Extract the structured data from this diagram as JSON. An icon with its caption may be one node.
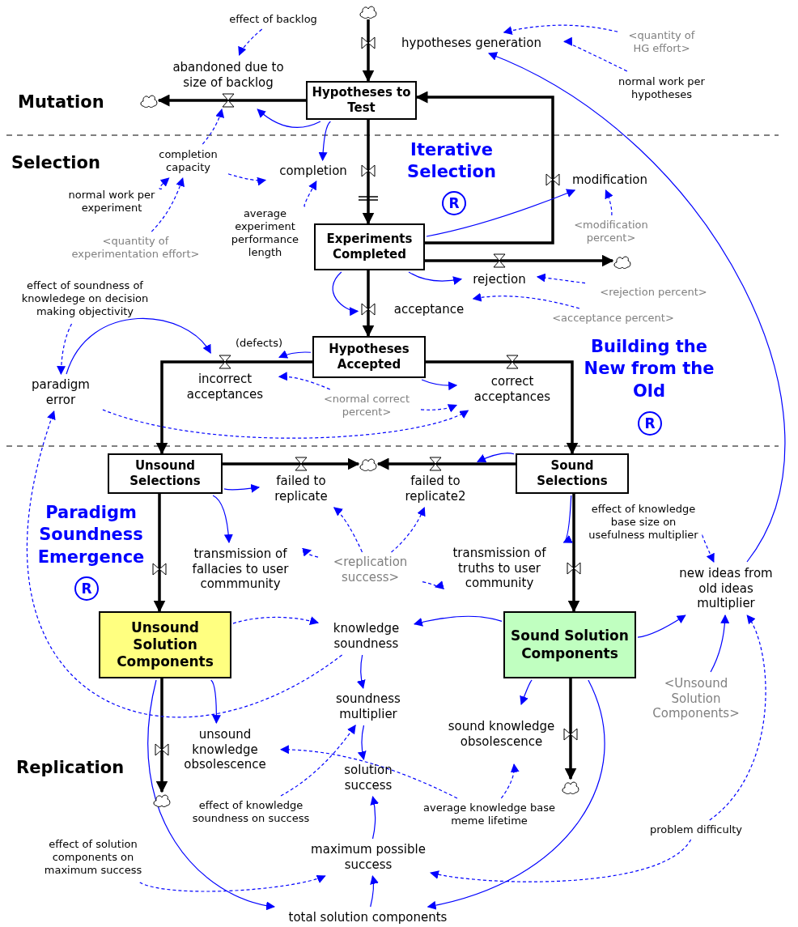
{
  "diagram": {
    "nodes": [
      {
        "text": [],
        "shape": "cloud"
      },
      {
        "text": [
          "effect of backlog"
        ]
      },
      {
        "text": [
          "hypotheses generation"
        ]
      },
      {
        "text": [
          "<quantity of HG effort>"
        ]
      },
      {
        "text": [
          "abandoned due to size of backlog"
        ]
      },
      {
        "text": [],
        "shape": "cloud"
      },
      {
        "text": [
          "Hypotheses to Test"
        ]
      },
      {
        "text": [
          "normal work per hypotheses"
        ]
      },
      {
        "text": [
          "completion capacity"
        ]
      },
      {
        "text": [
          "completion"
        ]
      },
      {
        "text": [
          "modification"
        ]
      },
      {
        "text": [
          "normal work per experiment"
        ]
      },
      {
        "text": [
          "average experiment performance length"
        ]
      },
      {
        "text": [
          "<modification percent>"
        ]
      },
      {
        "text": [
          "<quantity of experimentation effort>"
        ]
      },
      {
        "text": [
          "Experiments Completed"
        ]
      },
      {
        "text": [],
        "shape": "cloud"
      },
      {
        "text": [
          "rejection"
        ]
      },
      {
        "text": [
          "effect of soundness of knowledege on decision making objectivity"
        ]
      },
      {
        "text": [
          "<rejection percent>"
        ]
      },
      {
        "text": [
          "acceptance"
        ]
      },
      {
        "text": [
          "<acceptance percent>"
        ]
      },
      {
        "text": [
          "Hypotheses Accepted"
        ]
      },
      {
        "text": [
          "incorrect acceptances"
        ],
        "beside": [
          "(defects)"
        ]
      },
      {
        "text": [
          "correct acceptances"
        ]
      },
      {
        "text": [
          "paradigm error"
        ]
      },
      {
        "text": [
          "<normal correct percent>"
        ]
      },
      {
        "text": [
          "Unsound Selections"
        ]
      },
      {
        "text": [
          "failed to replicate"
        ]
      },
      {
        "text": [],
        "shape": "cloud"
      },
      {
        "text": [
          "failed to replicate2"
        ]
      },
      {
        "text": [
          "Sound Selections"
        ]
      },
      {
        "text": [
          "effect of knowledge base size on usefulness multiplier"
        ]
      },
      {
        "text": [
          "transmission of fallacies to user commmunity"
        ]
      },
      {
        "text": [
          "<replication success>"
        ]
      },
      {
        "text": [
          "transmission of truths to user community"
        ]
      },
      {
        "text": [
          "new ideas from old ideas multiplier"
        ]
      },
      {
        "text": [
          "Unsound Solution Components"
        ]
      },
      {
        "text": [
          "knowledge soundness"
        ]
      },
      {
        "text": [
          "Sound Solution Components"
        ]
      },
      {
        "text": [
          "soundness multiplier"
        ]
      },
      {
        "text": [
          "<Unsound Solution Components>"
        ]
      },
      {
        "text": [
          "unsound knowledge obsolescence"
        ]
      },
      {
        "text": [
          "sound knowledge obsolescence"
        ]
      },
      {
        "text": [],
        "shape": "cloud"
      },
      {
        "text": [],
        "shape": "cloud"
      },
      {
        "text": [
          "solution success"
        ]
      },
      {
        "text": [
          "effect of knowledge soundness on success"
        ]
      },
      {
        "text": [
          "average knowledge base meme lifetime"
        ]
      },
      {
        "text": [
          "effect of solution components on maximum success"
        ]
      },
      {
        "text": [
          "problem difficulty"
        ]
      },
      {
        "text": [
          "maximum possible success"
        ]
      },
      {
        "text": [
          "total solution components"
        ]
      }
    ],
    "edges": [
      {
        "from": 0,
        "to": 2,
        "arrow": "none",
        "style": "thick",
        "color": "#000000"
      },
      {
        "from": 2,
        "to": 6,
        "arrow": "to",
        "style": "thick",
        "color": "#000000"
      },
      {
        "from": 6,
        "to": 4,
        "arrow": "none",
        "style": "thick",
        "color": "#000000"
      },
      {
        "from": 4,
        "to": 5,
        "arrow": "to",
        "style": "thick",
        "color": "#000000"
      },
      {
        "from": 6,
        "to": 9,
        "arrow": "none",
        "style": "thick",
        "color": "#000000"
      },
      {
        "from": 9,
        "to": 15,
        "arrow": "to",
        "style": "thick",
        "color": "#000000"
      },
      {
        "from": 15,
        "to": 10,
        "arrow": "none",
        "style": "thick",
        "color": "#000000"
      },
      {
        "from": 10,
        "to": 6,
        "arrow": "to",
        "style": "thick",
        "color": "#000000"
      },
      {
        "from": 15,
        "to": 17,
        "arrow": "none",
        "style": "thick",
        "color": "#000000"
      },
      {
        "from": 17,
        "to": 16,
        "arrow": "to",
        "style": "thick",
        "color": "#000000"
      },
      {
        "from": 15,
        "to": 20,
        "arrow": "none",
        "style": "thick",
        "color": "#000000"
      },
      {
        "from": 20,
        "to": 22,
        "arrow": "to",
        "style": "thick",
        "color": "#000000"
      },
      {
        "from": 22,
        "to": 23,
        "arrow": "none",
        "style": "thick",
        "color": "#000000"
      },
      {
        "from": 23,
        "to": 27,
        "arrow": "to",
        "style": "thick",
        "color": "#000000"
      },
      {
        "from": 22,
        "to": 24,
        "arrow": "none",
        "style": "thick",
        "color": "#000000"
      },
      {
        "from": 24,
        "to": 31,
        "arrow": "to",
        "style": "thick",
        "color": "#000000"
      },
      {
        "from": 27,
        "to": 28,
        "arrow": "none",
        "style": "thick",
        "color": "#000000"
      },
      {
        "from": 28,
        "to": 29,
        "arrow": "to",
        "style": "thick",
        "color": "#000000"
      },
      {
        "from": 31,
        "to": 30,
        "arrow": "none",
        "style": "thick",
        "color": "#000000"
      },
      {
        "from": 30,
        "to": 29,
        "arrow": "to",
        "style": "thick",
        "color": "#000000"
      },
      {
        "from": 27,
        "to": 33,
        "arrow": "none",
        "style": "thick",
        "color": "#000000"
      },
      {
        "from": 33,
        "to": 37,
        "arrow": "to",
        "style": "thick",
        "color": "#000000"
      },
      {
        "from": 31,
        "to": 35,
        "arrow": "none",
        "style": "thick",
        "color": "#000000"
      },
      {
        "from": 35,
        "to": 39,
        "arrow": "to",
        "style": "thick",
        "color": "#000000"
      },
      {
        "from": 37,
        "to": 42,
        "arrow": "none",
        "style": "thick",
        "color": "#000000"
      },
      {
        "from": 42,
        "to": 44,
        "arrow": "to",
        "style": "thick",
        "color": "#000000"
      },
      {
        "from": 39,
        "to": 43,
        "arrow": "none",
        "style": "thick",
        "color": "#000000"
      },
      {
        "from": 43,
        "to": 45,
        "arrow": "to",
        "style": "thick",
        "color": "#000000"
      },
      {
        "from": 1,
        "to": 4,
        "arrow": "to",
        "style": "dashed"
      },
      {
        "from": 3,
        "to": 2,
        "arrow": "to",
        "style": "dashed"
      },
      {
        "from": 7,
        "to": 2,
        "arrow": "to",
        "style": "dashed"
      },
      {
        "from": 36,
        "to": 2,
        "arrow": "to"
      },
      {
        "from": 6,
        "to": 4,
        "arrow": "to"
      },
      {
        "from": 6,
        "to": 9,
        "arrow": "to"
      },
      {
        "from": 8,
        "to": 4,
        "arrow": "to",
        "style": "dashed"
      },
      {
        "from": 8,
        "to": 9,
        "arrow": "to",
        "style": "dashed"
      },
      {
        "from": 11,
        "to": 8,
        "arrow": "to",
        "style": "dashed"
      },
      {
        "from": 14,
        "to": 8,
        "arrow": "to",
        "style": "dashed"
      },
      {
        "from": 12,
        "to": 9,
        "arrow": "to",
        "style": "dashed"
      },
      {
        "from": 15,
        "to": 10,
        "arrow": "to"
      },
      {
        "from": 13,
        "to": 10,
        "arrow": "to",
        "style": "dashed"
      },
      {
        "from": 15,
        "to": 17,
        "arrow": "to"
      },
      {
        "from": 19,
        "to": 17,
        "arrow": "to",
        "style": "dashed"
      },
      {
        "from": 15,
        "to": 20,
        "arrow": "to"
      },
      {
        "from": 21,
        "to": 20,
        "arrow": "to",
        "style": "dashed"
      },
      {
        "from": 18,
        "to": 25,
        "arrow": "to",
        "style": "dashed"
      },
      {
        "from": 25,
        "to": 23,
        "arrow": "to"
      },
      {
        "from": 22,
        "to": 23,
        "arrow": "to"
      },
      {
        "from": 22,
        "to": 24,
        "arrow": "to"
      },
      {
        "from": 26,
        "to": 23,
        "arrow": "to",
        "style": "dashed"
      },
      {
        "from": 26,
        "to": 24,
        "arrow": "to",
        "style": "dashed"
      },
      {
        "from": 25,
        "to": 24,
        "arrow": "to",
        "style": "dashed"
      },
      {
        "from": 38,
        "to": 25,
        "arrow": "to",
        "style": "dashed"
      },
      {
        "from": 27,
        "to": 28,
        "arrow": "to"
      },
      {
        "from": 27,
        "to": 33,
        "arrow": "to"
      },
      {
        "from": 31,
        "to": 30,
        "arrow": "to"
      },
      {
        "from": 31,
        "to": 35,
        "arrow": "to"
      },
      {
        "from": 34,
        "to": 28,
        "arrow": "to",
        "style": "dashed"
      },
      {
        "from": 34,
        "to": 30,
        "arrow": "to",
        "style": "dashed"
      },
      {
        "from": 34,
        "to": 33,
        "arrow": "to",
        "style": "dashed"
      },
      {
        "from": 34,
        "to": 35,
        "arrow": "to",
        "style": "dashed"
      },
      {
        "from": 32,
        "to": 36,
        "arrow": "to",
        "style": "dashed"
      },
      {
        "from": 39,
        "to": 36,
        "arrow": "to"
      },
      {
        "from": 41,
        "to": 36,
        "arrow": "to"
      },
      {
        "from": 50,
        "to": 36,
        "arrow": "to",
        "style": "dashed"
      },
      {
        "from": 50,
        "to": 51,
        "arrow": "to",
        "style": "dashed"
      },
      {
        "from": 37,
        "to": 38,
        "arrow": "to",
        "style": "dashed"
      },
      {
        "from": 39,
        "to": 38,
        "arrow": "to"
      },
      {
        "from": 38,
        "to": 40,
        "arrow": "to"
      },
      {
        "from": 40,
        "to": 46,
        "arrow": "to"
      },
      {
        "from": 47,
        "to": 40,
        "arrow": "to",
        "style": "dashed"
      },
      {
        "from": 48,
        "to": 42,
        "arrow": "to",
        "style": "dashed"
      },
      {
        "from": 48,
        "to": 43,
        "arrow": "to",
        "style": "dashed"
      },
      {
        "from": 37,
        "to": 42,
        "arrow": "to"
      },
      {
        "from": 39,
        "to": 43,
        "arrow": "to"
      },
      {
        "from": 37,
        "to": 52,
        "arrow": "to"
      },
      {
        "from": 39,
        "to": 52,
        "arrow": "to"
      },
      {
        "from": 49,
        "to": 51,
        "arrow": "to",
        "style": "dashed"
      },
      {
        "from": 52,
        "to": 51,
        "arrow": "to"
      },
      {
        "from": 51,
        "to": 46,
        "arrow": "to"
      }
    ],
    "labels": [
      "Mutation",
      "Selection",
      "Iterative Selection",
      "R",
      "Building the New from the Old",
      "R",
      "Paradigm Soundness Emergence",
      "R",
      "Replication"
    ]
  }
}
